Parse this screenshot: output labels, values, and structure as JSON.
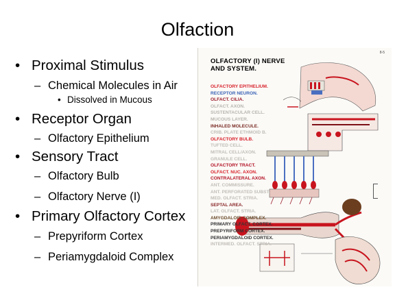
{
  "slide": {
    "title": "Olfaction",
    "bullets": [
      {
        "level": 1,
        "text": "Proximal Stimulus"
      },
      {
        "level": 2,
        "text": "Chemical Molecules in Air"
      },
      {
        "level": 3,
        "text": "Dissolved in Mucous"
      },
      {
        "level": 1,
        "text": "Receptor Organ"
      },
      {
        "level": 2,
        "text": "Olfactory Epithelium"
      },
      {
        "level": 1,
        "text": "Sensory Tract"
      },
      {
        "level": 2,
        "text": "Olfactory Bulb"
      },
      {
        "level": 2,
        "text": "Olfactory Nerve (I)"
      },
      {
        "level": 1,
        "text": "Primary Olfactory Cortex"
      },
      {
        "level": 2,
        "text": "Prepyriform Cortex"
      },
      {
        "level": 2,
        "text": "Periamygdaloid Complex"
      }
    ]
  },
  "plate": {
    "title_line1": "OLFACTORY (I) NERVE",
    "title_line2": "AND SYSTEM.",
    "page_label": "8-5",
    "legend": [
      {
        "text": "OLFACTORY EPITHELIUM.",
        "color": "#d8202a"
      },
      {
        "text": "RECEPTOR NEURON.",
        "color": "#3b63b6"
      },
      {
        "text": "OLFACT. CILIA.",
        "color": "#9a1a2a"
      },
      {
        "text": "OLFACT. AXON.",
        "color": "#b9b5ae"
      },
      {
        "text": "SUSTENTACULAR CELL.",
        "color": "#b9b5ae"
      },
      {
        "text": "MUCOUS LAYER.",
        "color": "#b9b5ae"
      },
      {
        "text": "INHALED MOLECULE.",
        "color": "#7a2a22"
      },
      {
        "text": "CRIB. PLATE ETHMOID B.",
        "color": "#c2beb7"
      },
      {
        "text": "OLFACTORY BULB.",
        "color": "#d8202a"
      },
      {
        "text": "TUFTED CELL.",
        "color": "#c2beb7"
      },
      {
        "text": "MITRAL CELL/AXON.",
        "color": "#c2beb7"
      },
      {
        "text": "GRANULE CELL.",
        "color": "#c2beb7"
      },
      {
        "text": "OLFACTORY TRACT.",
        "color": "#b31225"
      },
      {
        "text": "OLFACT. NUC. AXON.",
        "color": "#d8202a"
      },
      {
        "text": "CONTRALATERAL AXON.",
        "color": "#b31225"
      },
      {
        "text": "ANT. COMMISSURE.",
        "color": "#c2beb7"
      },
      {
        "text": "ANT. PERFORATED SUBST.",
        "color": "#c2beb7"
      },
      {
        "text": "MED. OLFACT. STRIA.",
        "color": "#c2beb7"
      },
      {
        "text": "SEPTAL AREA.",
        "color": "#8a2a2a"
      },
      {
        "text": "LAT. OLFACT. STRIA.",
        "color": "#c2beb7"
      },
      {
        "text": "AMYGDALOID COMPLEX.",
        "color": "#6a4a2a"
      },
      {
        "text": "PRIMARY OLFACT. CORTEX.",
        "color": "#333333"
      },
      {
        "text": "PREPYRIFORM CORTEX.",
        "color": "#333333"
      },
      {
        "text": "PERIAMYGDALOID CORTEX.",
        "color": "#333333"
      },
      {
        "text": "INTERMED. OLFACT. STRIA.",
        "color": "#c2beb7"
      }
    ]
  },
  "colors": {
    "red": "#c8141e",
    "dark_red": "#7d0f16",
    "blue": "#4a6fc0",
    "brown": "#6b3e1f"
  }
}
